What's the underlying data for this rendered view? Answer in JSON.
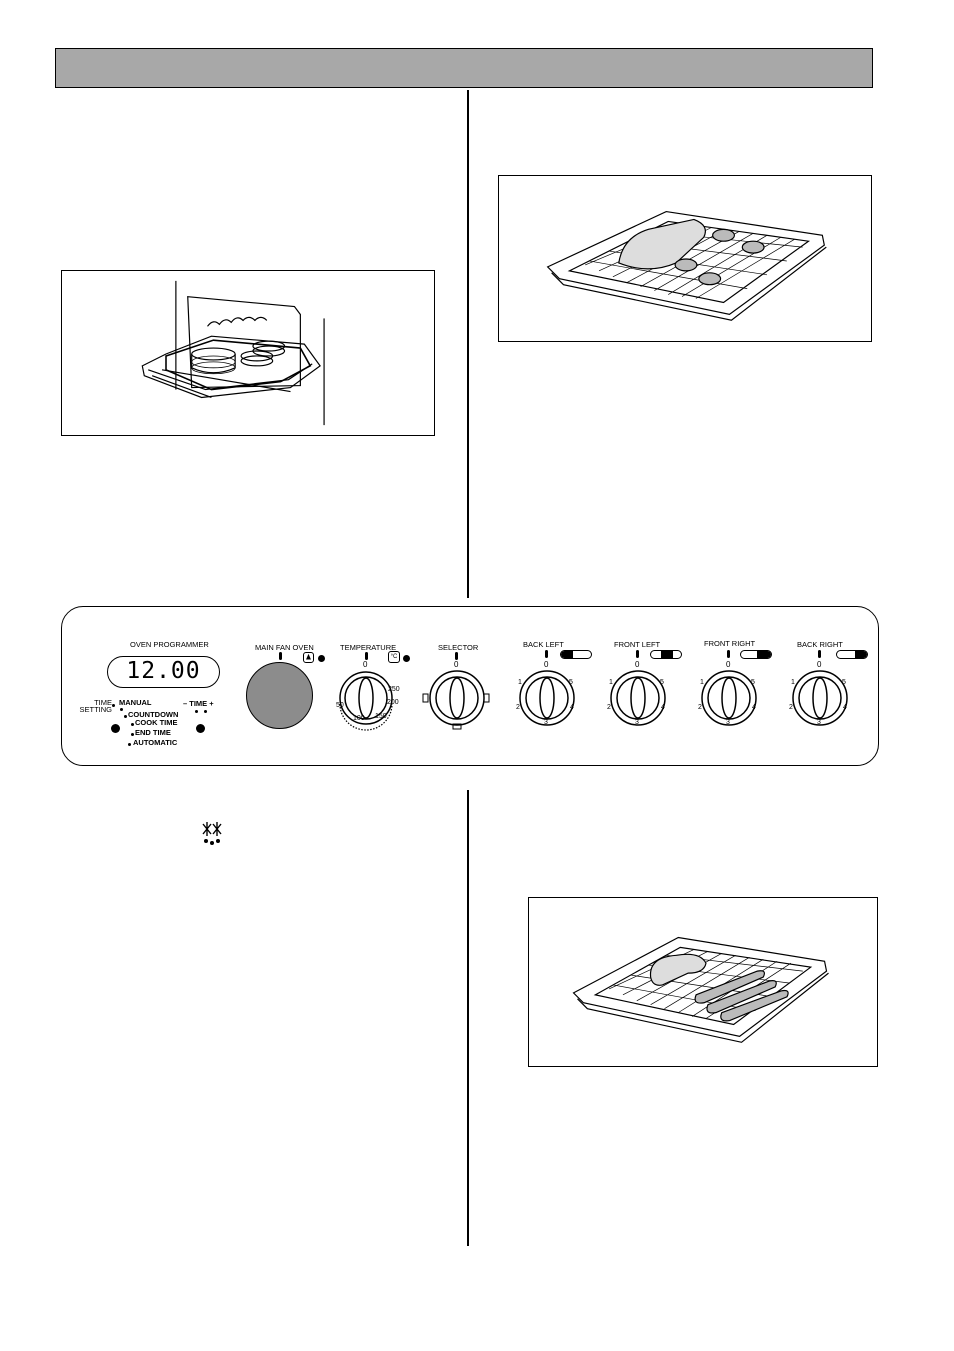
{
  "panel": {
    "programmer_title": "OVEN PROGRAMMER",
    "display_value": "12.00",
    "time_setting": [
      "TIME",
      "SETTING"
    ],
    "time_adjust": "– TIME +",
    "modes": [
      "MANUAL",
      "COUNTDOWN",
      "COOK TIME",
      "END TIME",
      "AUTOMATIC"
    ],
    "main_fan_oven": "MAIN FAN OVEN",
    "temperature": "TEMPERATURE",
    "selector": "SELECTOR",
    "back_left": "BACK LEFT",
    "front_left": "FRONT LEFT",
    "front_right": "FRONT RIGHT",
    "back_right": "BACK RIGHT",
    "temp_unit_symbol": "°C",
    "temp_scale": [
      "0",
      "50",
      "100",
      "150",
      "200",
      "250"
    ],
    "hob_scale": [
      "0",
      "1",
      "2",
      "3",
      "4",
      "5"
    ]
  },
  "icons": {
    "defrost": "defrost-icon",
    "fan": "fan-icon"
  },
  "colors": {
    "header_bar": "#a8a8a8",
    "fan_button": "#8c8c8c"
  }
}
